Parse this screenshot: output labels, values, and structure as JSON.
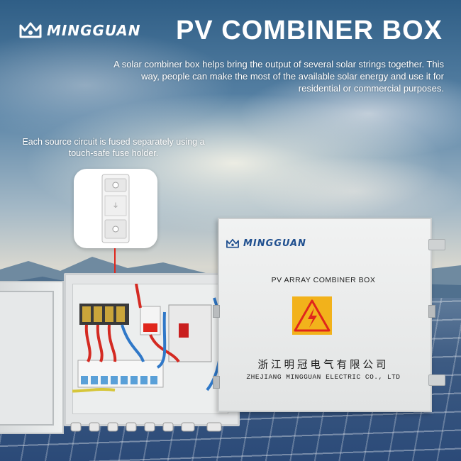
{
  "brand": {
    "name": "MINGGUAN",
    "logo_color": "#ffffff"
  },
  "heading": {
    "title": "PV COMBINER BOX",
    "description": "A solar combiner box helps bring the output of several solar strings together. This way, people can make the most of the available solar energy and use it for residential or commercial purposes."
  },
  "fuse_callout": {
    "caption": "Each source circuit is fused separately using a touch-safe fuse holder.",
    "leader_color": "#e0261c"
  },
  "product": {
    "logo_text": "MINGGUAN",
    "logo_color": "#1f4f8f",
    "label": "PV ARRAY COMBINER BOX",
    "company_cn": "浙江明冠电气有限公司",
    "company_en": "ZHEJIANG MINGGUAN ELECTRIC CO., LTD",
    "warning_icon": "high-voltage-icon",
    "warning_color": "#f2b21b"
  },
  "icons": {
    "brand": "crown-logo-icon"
  }
}
